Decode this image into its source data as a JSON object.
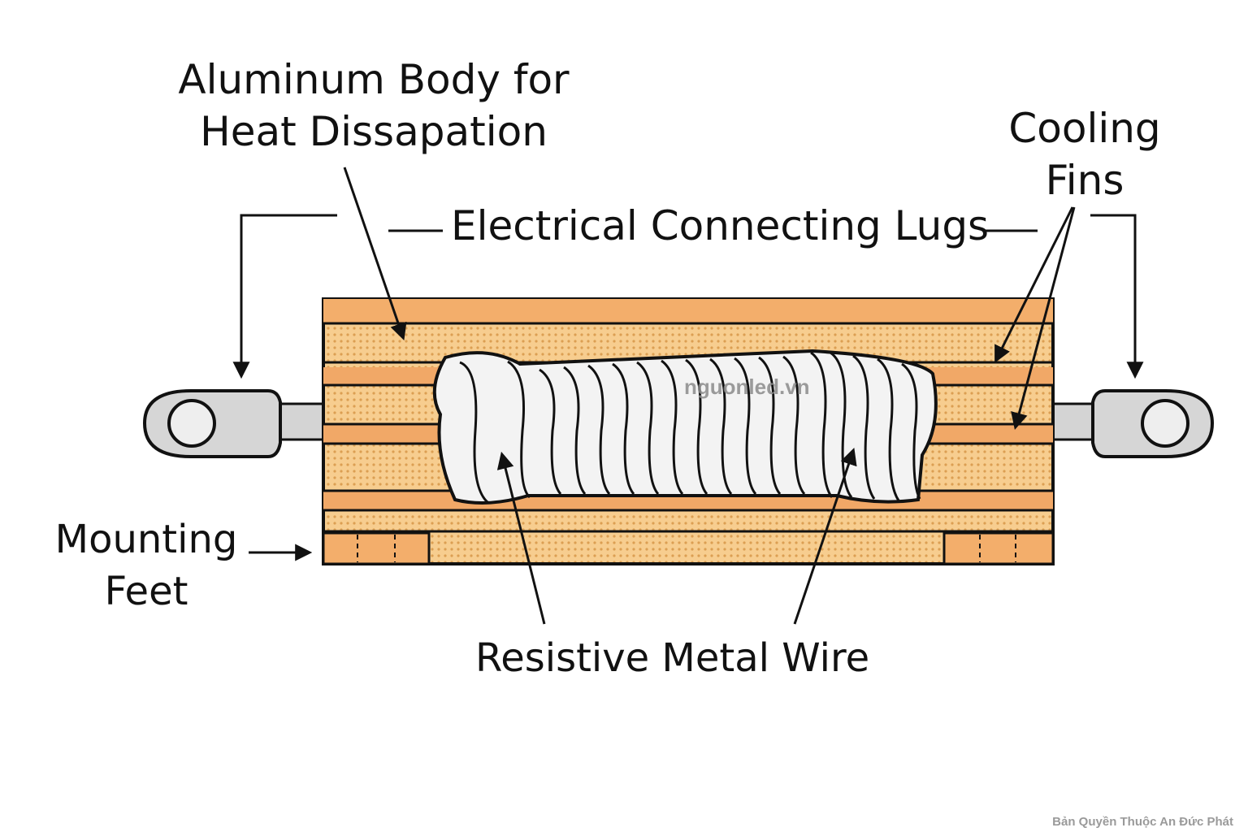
{
  "labels": {
    "aluminum_body_line1": "Aluminum Body for",
    "aluminum_body_line2": "Heat Dissapation",
    "connecting_lugs": "Electrical Connecting Lugs",
    "cooling_fins_line1": "Cooling",
    "cooling_fins_line2": "Fins",
    "mounting_feet_line1": "Mounting",
    "mounting_feet_line2": "Feet",
    "resistive_wire": "Resistive Metal Wire"
  },
  "watermarks": {
    "site": "nguonled.vn",
    "copyright": "Bản Quyền Thuộc An Đức Phát"
  },
  "colors": {
    "body_fill": "#f5c98a",
    "fin_stripe": "#f0a865",
    "dot": "#e0a050",
    "outline": "#111111",
    "lug": "#d4d4d4",
    "wire": "#f2f2f2",
    "background": "#ffffff"
  }
}
